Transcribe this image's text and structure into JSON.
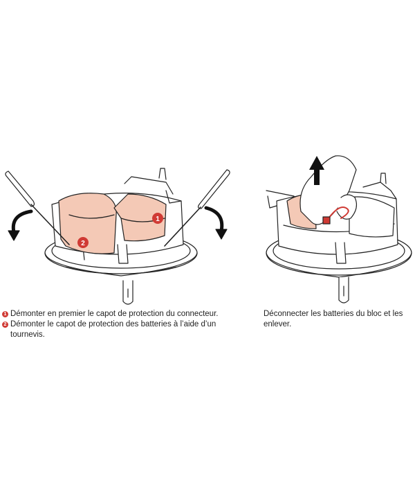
{
  "steps": [
    {
      "number": "1",
      "text": "Démonter en premier le capot de protection du connecteur."
    },
    {
      "number": "2",
      "text": "Démonter le capot de protection des batteries à l’aide d’un tournevis."
    }
  ],
  "right_caption": "Déconnecter les batteries du bloc et les enlever.",
  "colors": {
    "battery": "#f4c9b6",
    "badge": "#d03a34",
    "outline": "#222222"
  }
}
